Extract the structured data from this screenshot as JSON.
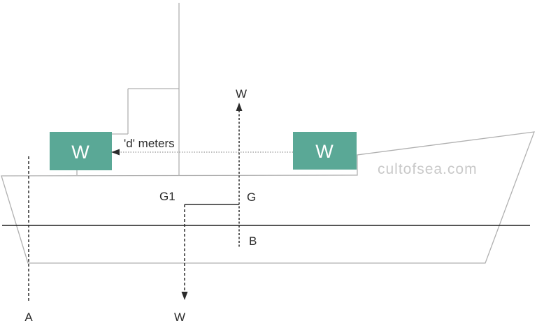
{
  "labels": {
    "weight_box_left": "W",
    "weight_box_right": "W",
    "distance": "'d' meters",
    "force_up": "W",
    "force_down": "W",
    "point_g1": "G1",
    "point_g": "G",
    "point_b": "B",
    "point_a": "A"
  },
  "watermark": {
    "text": "cultofsea.com"
  },
  "colors": {
    "background": "#ffffff",
    "weight_box": "#5aa896",
    "weight_box_text": "#ffffff",
    "hull_line": "#b0b0b0",
    "waterline": "#1f1f1f",
    "annotation": "#2b2b2b",
    "distance_line": "#999999",
    "watermark": "#c9c9c9"
  }
}
